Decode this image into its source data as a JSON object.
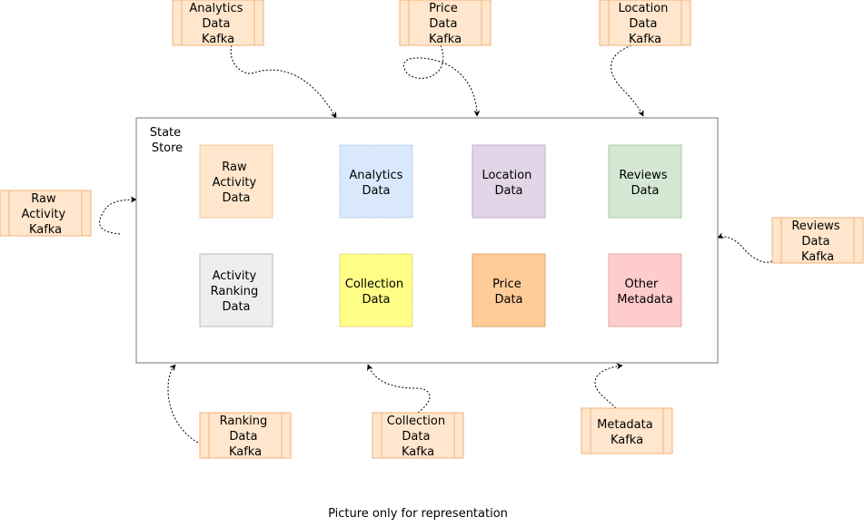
{
  "state_store": {
    "label_lines": [
      "State",
      "Store"
    ]
  },
  "inner_nodes": [
    {
      "lines": [
        "Raw",
        "Activity",
        "Data"
      ],
      "fill": "#ffe6cc",
      "stroke": "#f5c99b"
    },
    {
      "lines": [
        "Analytics",
        "Data"
      ],
      "fill": "#dae8fc",
      "stroke": "#9bb8e0"
    },
    {
      "lines": [
        "Location",
        "Data"
      ],
      "fill": "#e1d5e7",
      "stroke": "#c3aed1"
    },
    {
      "lines": [
        "Reviews",
        "Data"
      ],
      "fill": "#d5e8d4",
      "stroke": "#aac9a8"
    },
    {
      "lines": [
        "Activity",
        "Ranking",
        "Data"
      ],
      "fill": "#eeeeee",
      "stroke": "#bbbbbb"
    },
    {
      "lines": [
        "Collection",
        "Data"
      ],
      "fill": "#ffff88",
      "stroke": "#d6b656"
    },
    {
      "lines": [
        "Price",
        "Data"
      ],
      "fill": "#ffcc99",
      "stroke": "#e0a36a"
    },
    {
      "lines": [
        "Other",
        "Metadata"
      ],
      "fill": "#ffcccc",
      "stroke": "#e6a8a8"
    }
  ],
  "kafka_nodes": [
    {
      "id": "kafka-analytics",
      "lines": [
        "Analytics",
        "Data",
        "Kafka"
      ]
    },
    {
      "id": "kafka-price",
      "lines": [
        "Price",
        "Data",
        "Kafka"
      ]
    },
    {
      "id": "kafka-location",
      "lines": [
        "Location",
        "Data",
        "Kafka"
      ]
    },
    {
      "id": "kafka-raw-activity",
      "lines": [
        "Raw",
        "Activity",
        "Kafka"
      ]
    },
    {
      "id": "kafka-reviews",
      "lines": [
        "Reviews",
        "Data",
        "Kafka"
      ]
    },
    {
      "id": "kafka-ranking",
      "lines": [
        "Ranking",
        "Data",
        "Kafka"
      ]
    },
    {
      "id": "kafka-collection",
      "lines": [
        "Collection",
        "Data",
        "Kafka"
      ]
    },
    {
      "id": "kafka-metadata",
      "lines": [
        "Metadata",
        "Kafka"
      ]
    }
  ],
  "kafka_style": {
    "fill": "#ffe6cc",
    "stroke": "#f0b27a"
  },
  "caption": "Picture only for representation"
}
